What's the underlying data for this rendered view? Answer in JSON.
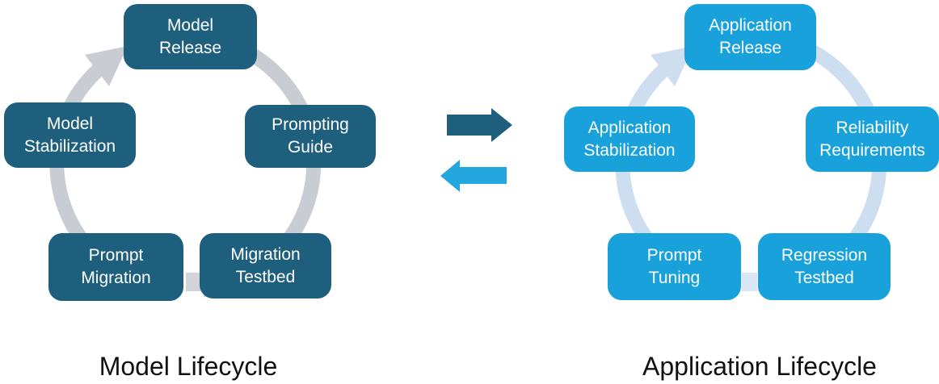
{
  "diagrams": [
    {
      "caption": "Model Lifecycle",
      "nodes": [
        {
          "label": "Model\nRelease"
        },
        {
          "label": "Prompting\nGuide"
        },
        {
          "label": "Migration\nTestbed"
        },
        {
          "label": "Prompt\nMigration"
        },
        {
          "label": "Model\nStabilization"
        }
      ]
    },
    {
      "caption": "Application Lifecycle",
      "nodes": [
        {
          "label": "Application\nRelease"
        },
        {
          "label": "Reliability\nRequirements"
        },
        {
          "label": "Regression\nTestbed"
        },
        {
          "label": "Prompt\nTuning"
        },
        {
          "label": "Application\nStabilization"
        }
      ]
    }
  ],
  "icons": {
    "model_to_application": "arrow-right-icon",
    "application_to_model": "arrow-left-icon",
    "model_cycle": "circular-arrow-icon",
    "application_cycle": "circular-arrow-icon"
  },
  "colors": {
    "model_box": "#1F5F7E",
    "model_ring": "#C9CDD3",
    "model_connector": "#D2D4DA",
    "app_box": "#18A1DA",
    "app_ring": "#CDDEF1",
    "app_connector": "#D8E5F4",
    "arrow_to_app": "#1F5F7E",
    "arrow_to_model": "#24A6DE",
    "box_text": "#FFFFFF",
    "caption_text": "#111111"
  }
}
